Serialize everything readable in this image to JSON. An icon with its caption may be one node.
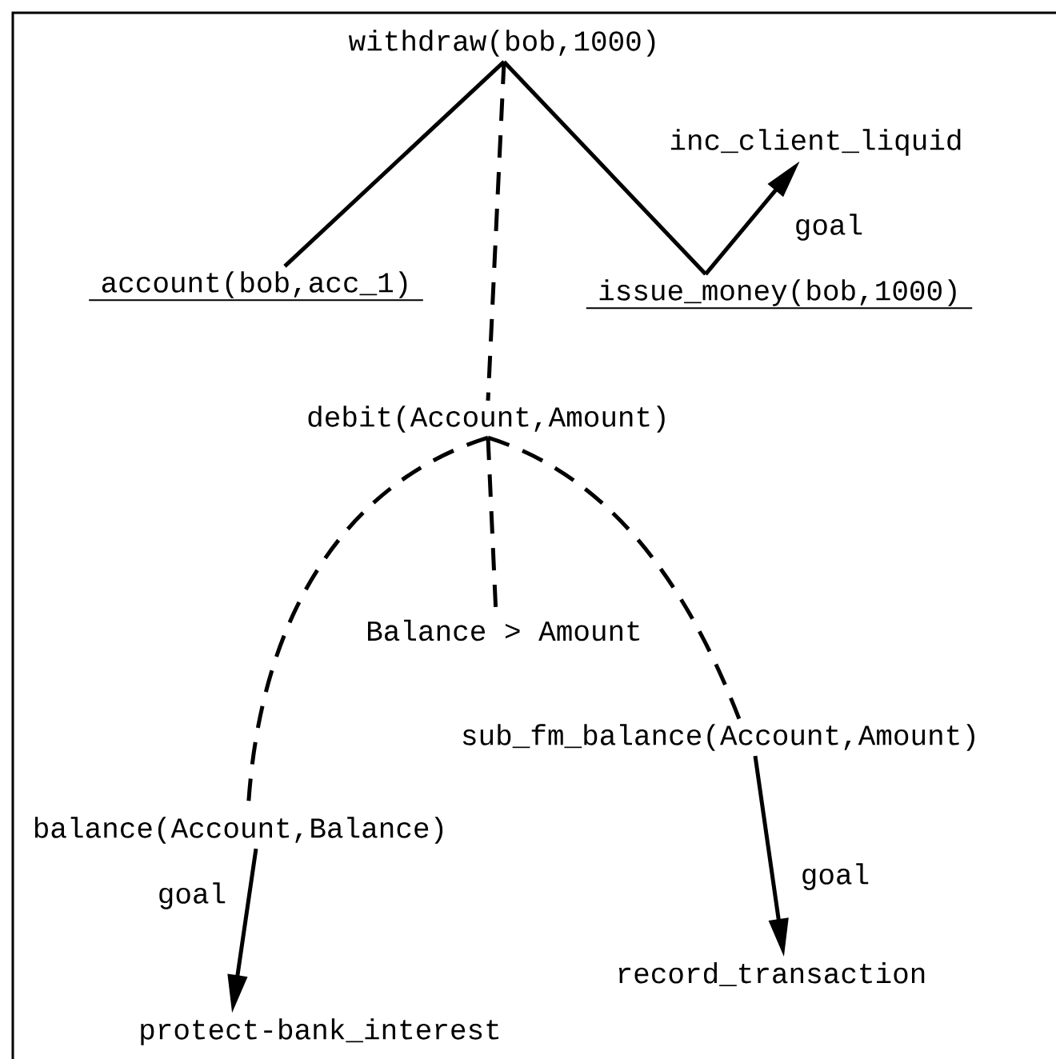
{
  "diagram": {
    "nodes": [
      {
        "text": [
          "withdraw(bob,1000)"
        ]
      },
      {
        "text": [
          "inc_client_liquid"
        ]
      },
      {
        "text": [
          "account(bob,acc_1)"
        ]
      },
      {
        "text": [
          "issue_money(bob,1000)"
        ]
      },
      {
        "text": [
          "debit(Account,Amount)"
        ]
      },
      {
        "text": [
          "Balance > Amount"
        ]
      },
      {
        "text": [
          "sub_fm_balance(Account,Amount)"
        ]
      },
      {
        "text": [
          "balance(Account,Balance)"
        ]
      },
      {
        "text": [
          "record_transaction"
        ]
      },
      {
        "text": [
          "protect-bank_interest"
        ]
      }
    ],
    "edges": [
      {
        "from": 0,
        "to": 2,
        "arrow": "none"
      },
      {
        "from": 0,
        "to": 3,
        "arrow": "none"
      },
      {
        "from": 3,
        "to": 1,
        "arrow": "to",
        "label": "goal"
      },
      {
        "from": 0,
        "to": 4,
        "arrow": "none",
        "style": "dashed"
      },
      {
        "from": 4,
        "to": 7,
        "arrow": "none",
        "style": "dashed"
      },
      {
        "from": 4,
        "to": 5,
        "arrow": "none",
        "style": "dashed"
      },
      {
        "from": 4,
        "to": 6,
        "arrow": "none",
        "style": "dashed"
      },
      {
        "from": 7,
        "to": 9,
        "arrow": "to",
        "label": "goal"
      },
      {
        "from": 6,
        "to": 8,
        "arrow": "to",
        "label": "goal"
      }
    ]
  }
}
